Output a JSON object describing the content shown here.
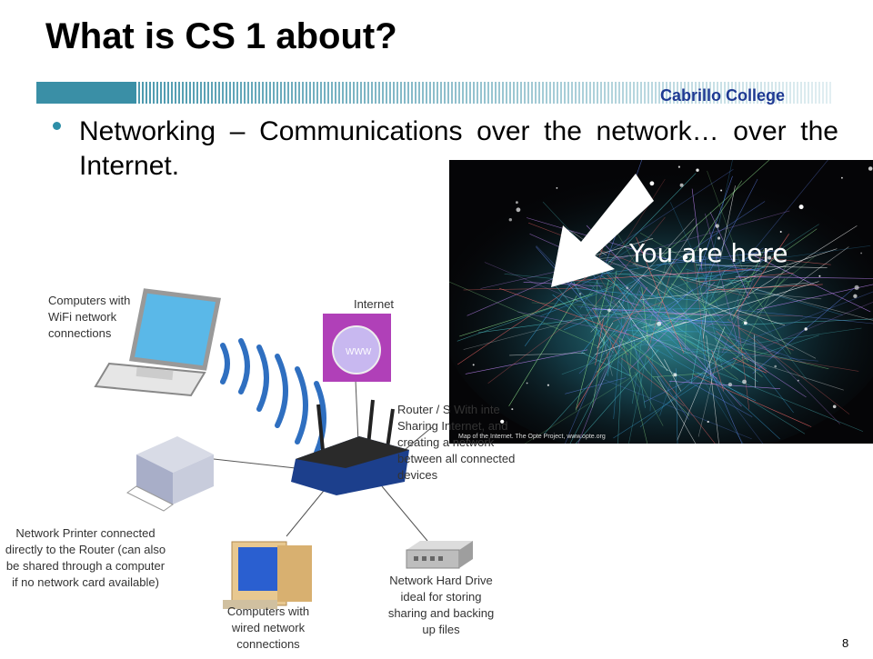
{
  "slide": {
    "title": "What is CS 1 about?",
    "college": "Cabrillo College",
    "bullet": "Networking – Communications over the network… over the Internet.",
    "page_number": "8"
  },
  "photo": {
    "overlay_text": "You are here",
    "caption": "Map of the Internet. The Opte Project, www.opte.org"
  },
  "diagram": {
    "wifi_label": "Computers with WiFi network connections",
    "internet_label": "Internet",
    "www_label": "WWW",
    "router_label": "Router / S With inte Sharing Internet, and creating a network between all connected devices",
    "printer_label": "Network Printer connected directly to the Router (can also be shared through a computer if no network card available)",
    "wired_label": "Computers with wired network connections",
    "nas_label": "Network Hard Drive ideal for storing sharing and backing up files"
  },
  "colors": {
    "accent": "#2e8fa8",
    "college_blue": "#1f3a93",
    "band_teal": "#3a8fa6"
  }
}
